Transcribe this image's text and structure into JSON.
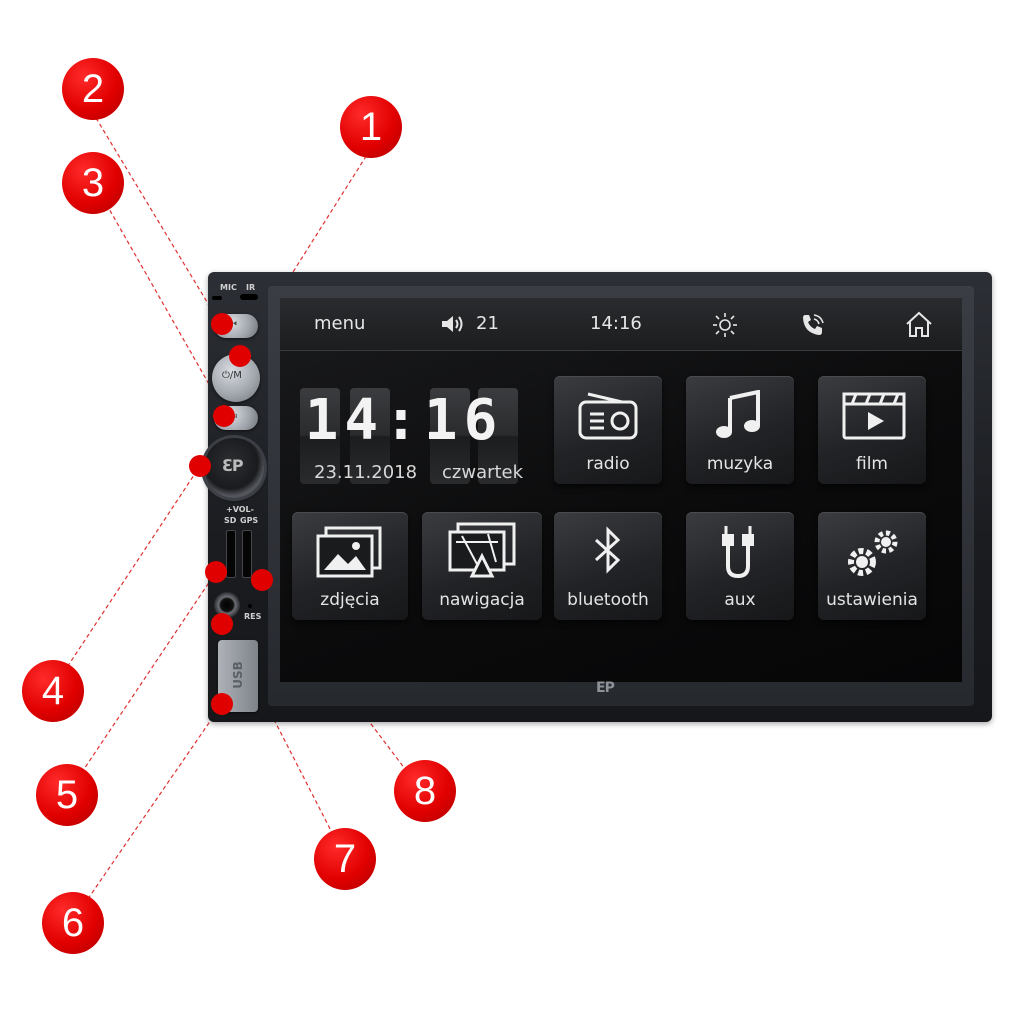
{
  "device": {
    "panel_labels": {
      "mic": "MIC",
      "ir": "IR",
      "power": "⏻/M",
      "vol": "+VOL-",
      "sd": "SD",
      "gps": "GPS",
      "res": "RES",
      "usb": "USB"
    },
    "brand": "EP"
  },
  "statusbar": {
    "menu": "menu",
    "volume": "21",
    "time": "14:16",
    "icons": [
      "volume-icon",
      "brightness-icon",
      "phone-icon",
      "home-icon"
    ]
  },
  "clock_widget": {
    "time": "14:16",
    "date": "23.11.2018",
    "day": "czwartek"
  },
  "tiles": [
    {
      "label": "radio",
      "icon": "radio-icon"
    },
    {
      "label": "muzyka",
      "icon": "music-note-icon"
    },
    {
      "label": "film",
      "icon": "clapperboard-icon"
    },
    {
      "label": "zdjęcia",
      "icon": "photos-icon"
    },
    {
      "label": "nawigacja",
      "icon": "navigation-icon"
    },
    {
      "label": "bluetooth",
      "icon": "bluetooth-icon"
    },
    {
      "label": "aux",
      "icon": "aux-cable-icon"
    },
    {
      "label": "ustawienia",
      "icon": "gears-icon"
    }
  ],
  "callouts": [
    "1",
    "2",
    "3",
    "4",
    "5",
    "6",
    "7",
    "8"
  ],
  "colors": {
    "callout": "#e10000",
    "screen": "#0b0b0c",
    "unit": "#1f2125"
  }
}
